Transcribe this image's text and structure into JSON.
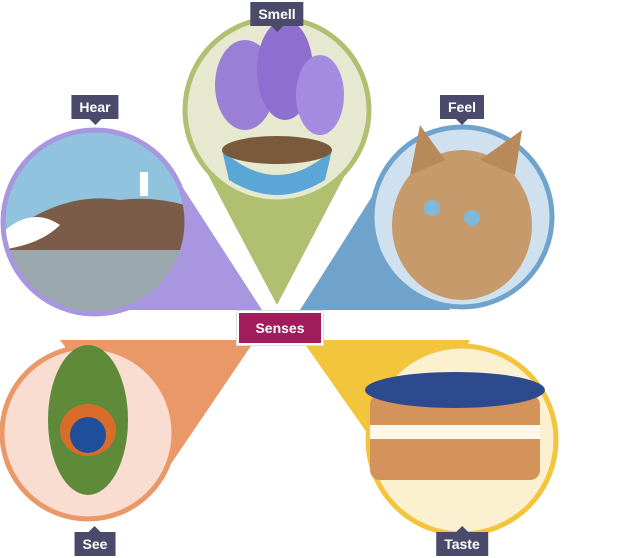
{
  "center_label": "Senses",
  "senses": [
    {
      "label": "Smell",
      "image": "hyacinth-flowers",
      "color": "#b0bf70"
    },
    {
      "label": "Hear",
      "image": "seaside-lighthouse-gull",
      "color": "#a996e0"
    },
    {
      "label": "Feel",
      "image": "fluffy-cat",
      "color": "#6fa3cc"
    },
    {
      "label": "See",
      "image": "peacock-feather",
      "color": "#ea9868"
    },
    {
      "label": "Taste",
      "image": "blueberry-cake",
      "color": "#f2c53c"
    }
  ]
}
